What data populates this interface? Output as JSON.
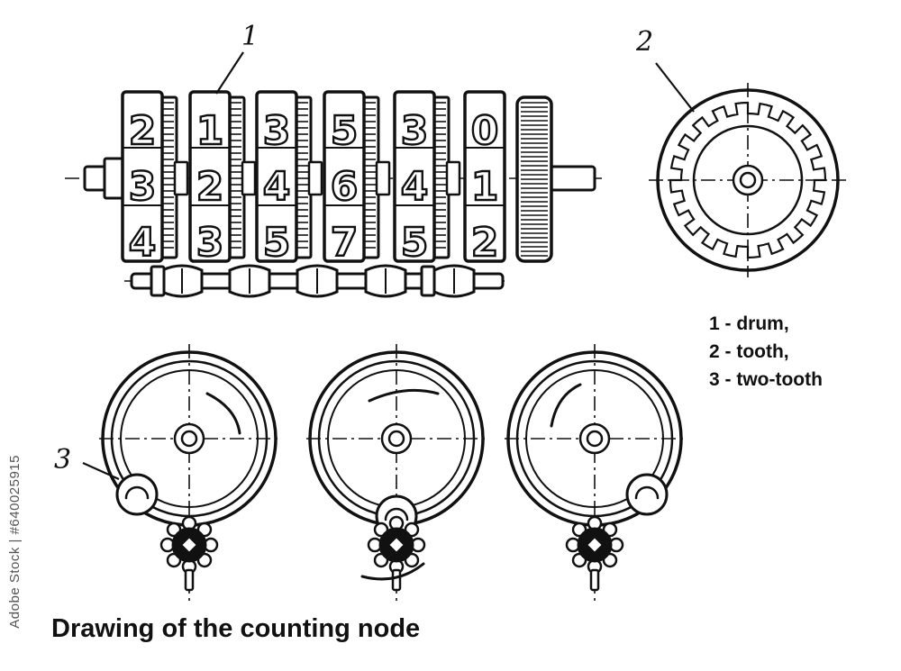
{
  "diagram": {
    "callouts": {
      "drum": "1",
      "tooth": "2",
      "two_tooth": "3"
    },
    "drum_columns": [
      [
        "2",
        "3",
        "4"
      ],
      [
        "1",
        "2",
        "3"
      ],
      [
        "3",
        "4",
        "5"
      ],
      [
        "5",
        "6",
        "7"
      ],
      [
        "3",
        "4",
        "5"
      ],
      [
        "0",
        "1",
        "2"
      ]
    ],
    "legend": [
      "1 - drum,",
      "2 - tooth,",
      "3 - two-tooth"
    ],
    "caption": "Drawing of the counting node",
    "watermark": "Adobe Stock | #640025915"
  },
  "colors": {
    "ink": "#111111",
    "background": "#ffffff"
  }
}
